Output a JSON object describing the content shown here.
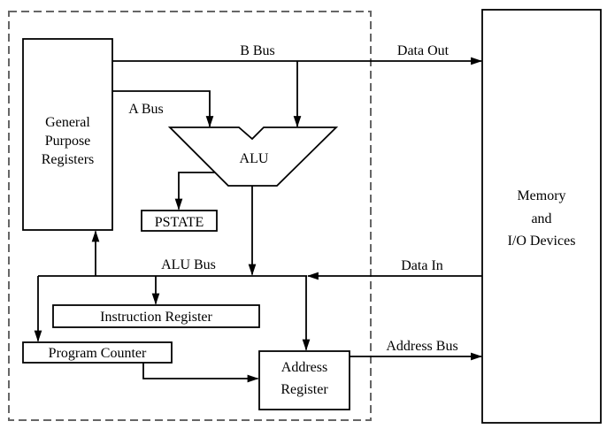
{
  "colors": {
    "background": "#ffffff",
    "line": "#000000",
    "text": "#000000",
    "cpu_boundary_dash": "#666666"
  },
  "blocks": {
    "gpr": {
      "lines": [
        "General",
        "Purpose",
        "Registers"
      ]
    },
    "alu": {
      "label": "ALU"
    },
    "pstate": {
      "label": "PSTATE"
    },
    "instruction_register": {
      "label": "Instruction Register"
    },
    "program_counter": {
      "label": "Program Counter"
    },
    "address_register": {
      "lines": [
        "Address",
        "Register"
      ]
    },
    "memory": {
      "lines": [
        "Memory",
        "and",
        "I/O Devices"
      ]
    }
  },
  "buses": {
    "b_bus": "B Bus",
    "a_bus": "A Bus",
    "alu_bus": "ALU Bus",
    "data_out": "Data Out",
    "data_in": "Data In",
    "address_bus": "Address Bus"
  }
}
